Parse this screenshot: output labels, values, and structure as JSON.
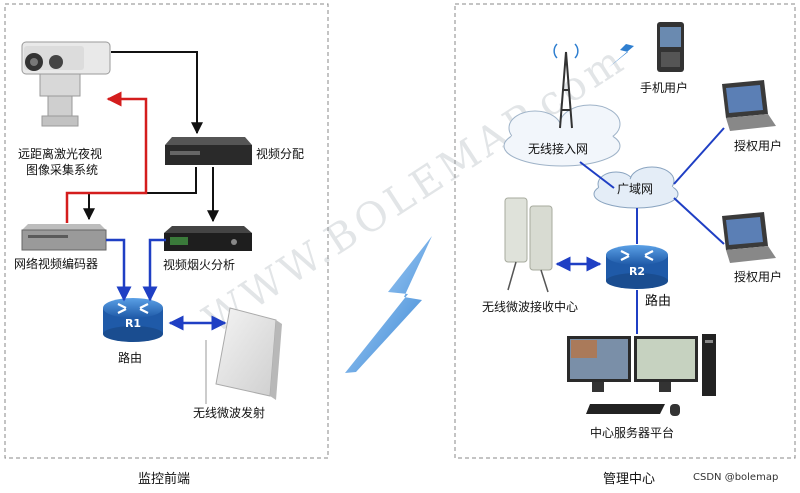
{
  "watermark": "WWW.BOLEMAP.com",
  "left_panel": {
    "caption": "监控前端",
    "camera_label_line1": "远距离激光夜视",
    "camera_label_line2": "图像采集系统",
    "splitter_label": "视频分配",
    "encoder_label": "网络视频编码器",
    "analyzer_label": "视频烟火分析",
    "router_badge": "R1",
    "router_label": "路由",
    "transmitter_label": "无线微波发射"
  },
  "right_panel": {
    "caption": "管理中心",
    "access_net_label": "无线接入网",
    "mobile_user_label": "手机用户",
    "wan_label": "广域网",
    "auth_user_1_label": "授权用户",
    "auth_user_2_label": "授权用户",
    "receiver_label": "无线微波接收中心",
    "router_badge": "R2",
    "router_label": "路由",
    "server_label": "中心服务器平台"
  },
  "credit": "CSDN @bolemap",
  "colors": {
    "router": "#2f6fb6",
    "blue_link": "#1f3fc4",
    "red_link": "#d41d1d",
    "lightning": "#3a8fd6"
  }
}
